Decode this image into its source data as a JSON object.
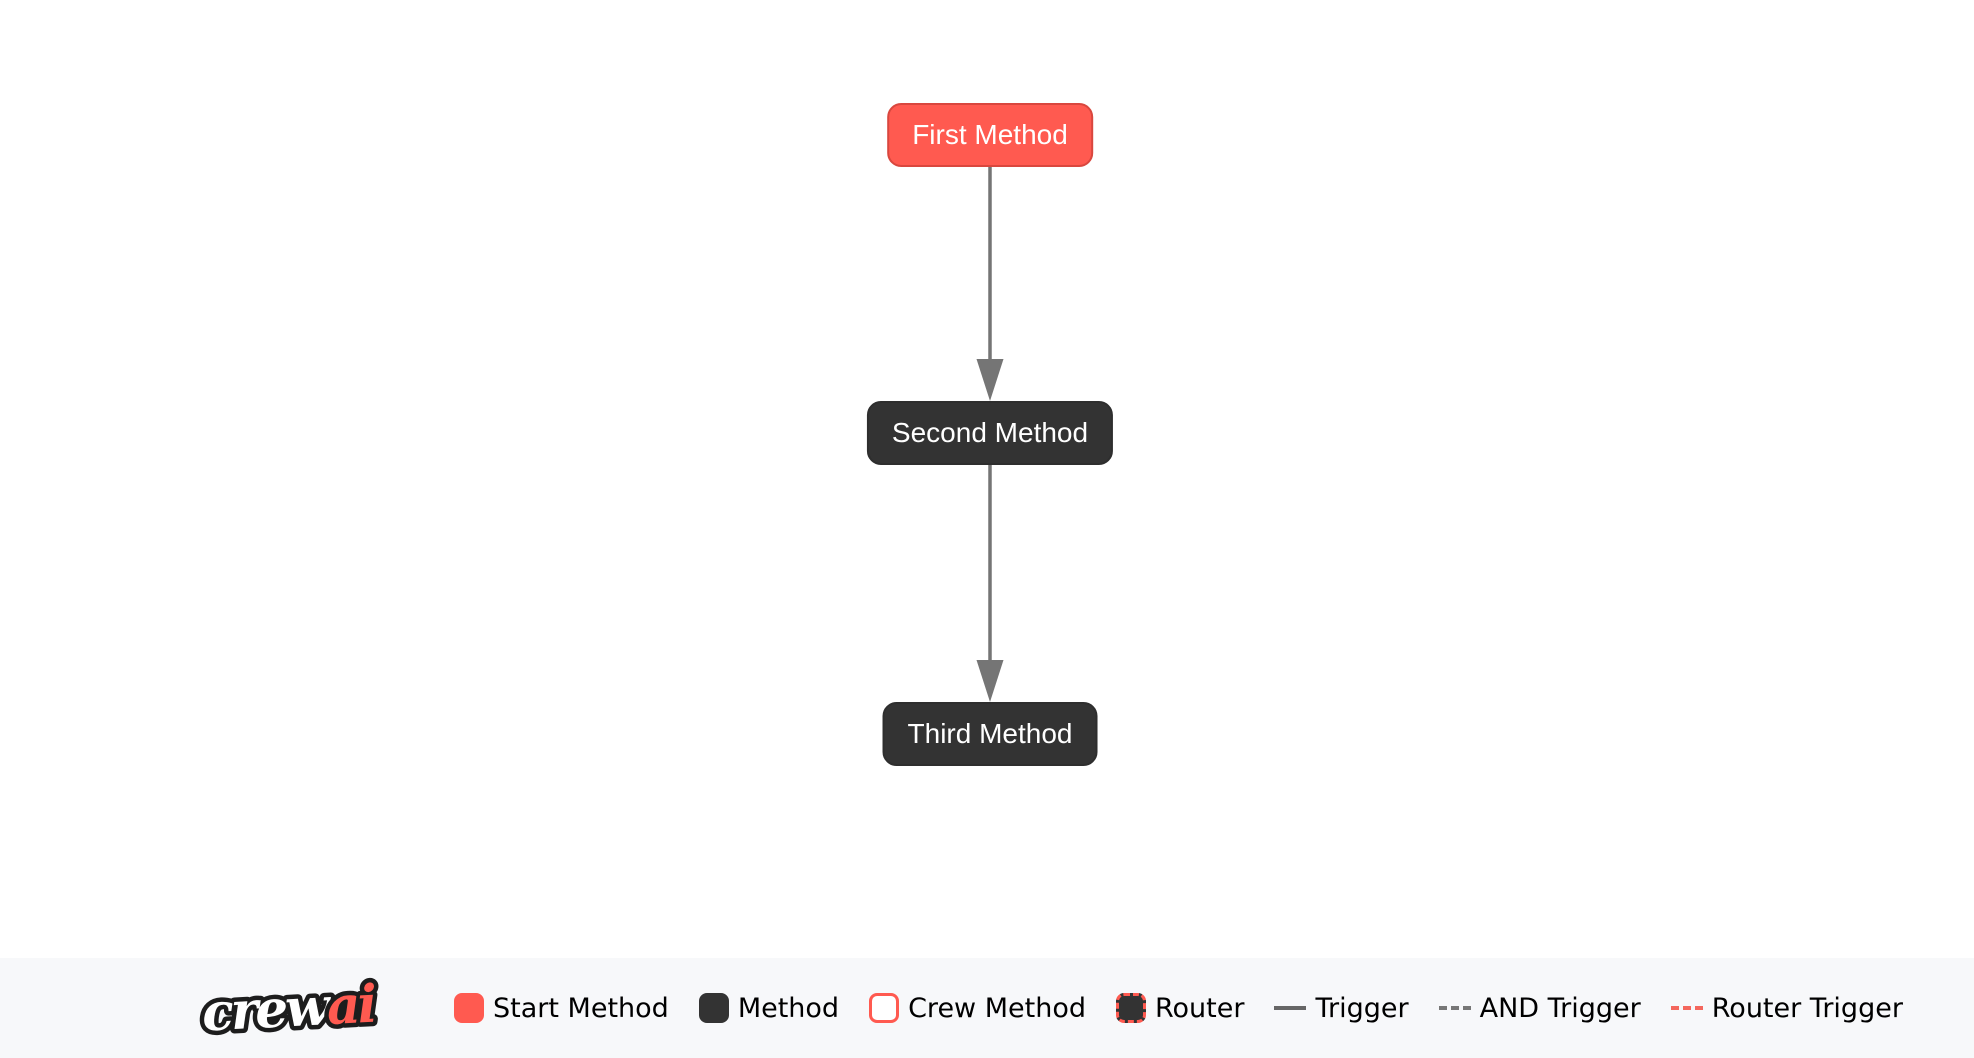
{
  "diagram": {
    "nodes": [
      {
        "label": "First Method",
        "type": "start-method"
      },
      {
        "label": "Second Method",
        "type": "method"
      },
      {
        "label": "Third Method",
        "type": "method"
      }
    ],
    "edges": [
      {
        "from": "First Method",
        "to": "Second Method",
        "type": "trigger"
      },
      {
        "from": "Second Method",
        "to": "Third Method",
        "type": "trigger"
      }
    ]
  },
  "footer": {
    "logo": {
      "text_primary": "crew",
      "text_accent": "ai"
    },
    "legend": [
      {
        "label": "Start Method",
        "swatch": "start-method-box"
      },
      {
        "label": "Method",
        "swatch": "method-box"
      },
      {
        "label": "Crew Method",
        "swatch": "crew-method-box"
      },
      {
        "label": "Router",
        "swatch": "router-box"
      },
      {
        "label": "Trigger",
        "swatch": "solid-gray-line"
      },
      {
        "label": "AND Trigger",
        "swatch": "dashed-gray-line"
      },
      {
        "label": "Router Trigger",
        "swatch": "dashed-red-line"
      }
    ]
  },
  "colors": {
    "accent_red": "#FF5A50",
    "accent_red_border": "#D9473E",
    "node_dark": "#333333",
    "edge_gray": "#757575",
    "legend_line_gray": "#666666",
    "footer_bg": "#F7F8FA"
  }
}
